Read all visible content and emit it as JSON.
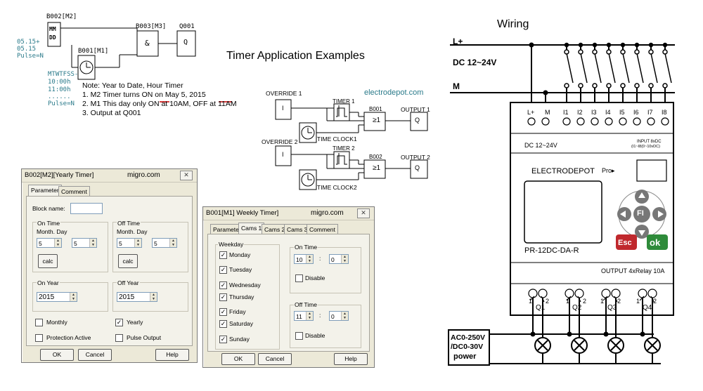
{
  "ladder_top": {
    "b002": "B002[M2]",
    "mm": "MM",
    "dd": "DD",
    "b003": "B003[M3]",
    "and_symbol": "&",
    "q001": "Q001",
    "q_symbol": "Q",
    "b001": "B001[M1]",
    "param1a": "05.15+",
    "param1b": "05.15",
    "param1c": "Pulse=N",
    "param2a": "MTWTFSS-",
    "param2b": "10:00h",
    "param2c": "11:00h",
    "param2d": "......",
    "param2e": "Pulse=N"
  },
  "note": {
    "line0": "Note: Year to Date, Hour Timer",
    "line1": "1.  M2  Timer turns ON on May 5, 2015",
    "line2a": "2.  M1  This day only ",
    "line2_on": "ON",
    "line2b": " at 10AM,  ",
    "line2_off": "OFF",
    "line2c": " at 11AM",
    "line3": "3.    Output at  Q001"
  },
  "titles": {
    "timer_examples": "Timer Application Examples",
    "wiring": "Wiring",
    "website": "electrodepot.com"
  },
  "override_diagram": {
    "override1": "OVERRIDE 1",
    "override2": "OVERRIDE 2",
    "i_symbol": "I",
    "timer1": "TIMER 1",
    "timer2": "TIMER 2",
    "b001": "B001",
    "b002": "B002",
    "ge1": "≥1",
    "output1": "OUTPUT 1",
    "output2": "OUTPUT 2",
    "q": "Q",
    "timeclock1": "TIME CLOCK1",
    "timeclock2": "TIME CLOCK2"
  },
  "yearly_dialog": {
    "title": "B002[M2][Yearly Timer]",
    "brand": "migro.com",
    "close": "✕",
    "tab_parameter": "Parameter",
    "tab_comment": "Comment",
    "block_name": "Block name:",
    "on_time": "On Time",
    "off_time": "Off Time",
    "month_day": "Month. Day",
    "on_month": "5",
    "on_day": "5",
    "off_month": "5",
    "off_day": "5",
    "calc": "calc",
    "on_year_label": "On Year",
    "off_year_label": "Off Year",
    "on_year": "2015",
    "off_year": "2015",
    "monthly": "Monthly",
    "yearly": "Yearly",
    "protection": "Protection Active",
    "pulse": "Pulse Output",
    "ok": "OK",
    "cancel": "Cancel",
    "help": "Help",
    "check_mark": "✓"
  },
  "weekly_dialog": {
    "title": "B001[M1] Weekly Timer]",
    "brand": "migro.com",
    "close": "✕",
    "tab_parameter": "Parameter",
    "tab_cams1": "Cams 1",
    "tab_cams2": "Cams 2",
    "tab_cams3": "Cams 3",
    "tab_comment": "Comment",
    "weekday": "Weekday",
    "days": [
      "Monday",
      "Tuesday",
      "Wednesday",
      "Thursday",
      "Friday",
      "Saturday",
      "Sunday"
    ],
    "on_time": "On Time",
    "off_time": "Off Time",
    "on_h": "10",
    "on_m": "0",
    "off_h": "11",
    "off_m": "0",
    "colon": ":",
    "disable": "Disable",
    "ok": "OK",
    "cancel": "Cancel",
    "help": "Help",
    "check_mark": "✓"
  },
  "wiring": {
    "lplus": "L+",
    "dc": "DC  12~24V",
    "m": "M",
    "term_lplus": "L+",
    "term_m": "M",
    "inputs": [
      "I1",
      "I2",
      "I3",
      "I4",
      "I5",
      "I6",
      "I7",
      "I8"
    ],
    "dc_label": "DC 12~24V",
    "input_label_a": "INPUT 8xDC",
    "input_label_b": "(I1~I8(0~10vDC)",
    "brand": "ELECTRODEPOT",
    "pro": "Pro▸",
    "model": "PR-12DC-DA-R",
    "esc": "Esc",
    "ok": "ok",
    "fi": "FI",
    "output_label": "OUTPUT  4xRelay 10A",
    "outputs": [
      "Q1",
      "Q2",
      "Q3",
      "Q4"
    ],
    "one": "1",
    "two": "2",
    "power_a": "AC0-250V",
    "power_b": "/DC0-30V",
    "power_c": "power"
  }
}
